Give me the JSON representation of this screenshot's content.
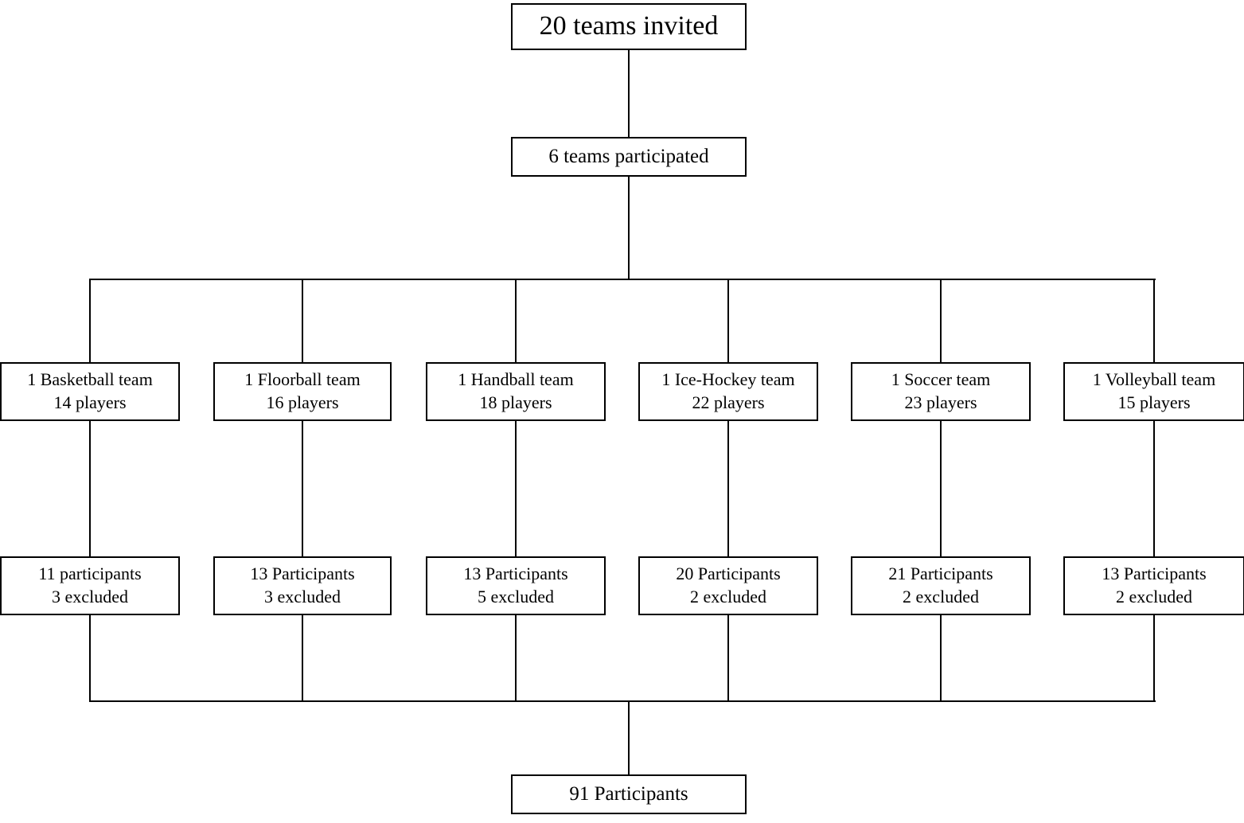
{
  "diagram": {
    "title_node": "20 teams invited",
    "second_node": "6 teams participated",
    "final_node": "91 Participants",
    "columns": [
      {
        "team_line1": "1 Basketball team",
        "team_line2": "14 players",
        "part_line1": "11 participants",
        "part_line2": "3 excluded"
      },
      {
        "team_line1": "1 Floorball team",
        "team_line2": "16 players",
        "part_line1": "13 Participants",
        "part_line2": "3 excluded"
      },
      {
        "team_line1": "1 Handball team",
        "team_line2": "18 players",
        "part_line1": "13 Participants",
        "part_line2": "5 excluded"
      },
      {
        "team_line1": "1 Ice-Hockey team",
        "team_line2": "22 players",
        "part_line1": "20 Participants",
        "part_line2": "2 excluded"
      },
      {
        "team_line1": "1 Soccer team",
        "team_line2": "23 players",
        "part_line1": "21 Participants",
        "part_line2": "2 excluded"
      },
      {
        "team_line1": "1 Volleyball team",
        "team_line2": "15 players",
        "part_line1": "13 Participants",
        "part_line2": "2 excluded"
      }
    ]
  },
  "chart_data": {
    "type": "table",
    "title": "Participant flow diagram",
    "stages": [
      {
        "label": "20 teams invited",
        "value": 20,
        "unit": "teams"
      },
      {
        "label": "6 teams participated",
        "value": 6,
        "unit": "teams"
      },
      {
        "label": "91 Participants",
        "value": 91,
        "unit": "participants"
      }
    ],
    "categories": [
      "Basketball",
      "Floorball",
      "Handball",
      "Ice-Hockey",
      "Soccer",
      "Volleyball"
    ],
    "series": [
      {
        "name": "teams",
        "values": [
          1,
          1,
          1,
          1,
          1,
          1
        ]
      },
      {
        "name": "players",
        "values": [
          14,
          16,
          18,
          22,
          23,
          15
        ]
      },
      {
        "name": "participants",
        "values": [
          11,
          13,
          13,
          20,
          21,
          13
        ]
      },
      {
        "name": "excluded",
        "values": [
          3,
          3,
          5,
          2,
          2,
          2
        ]
      }
    ]
  }
}
